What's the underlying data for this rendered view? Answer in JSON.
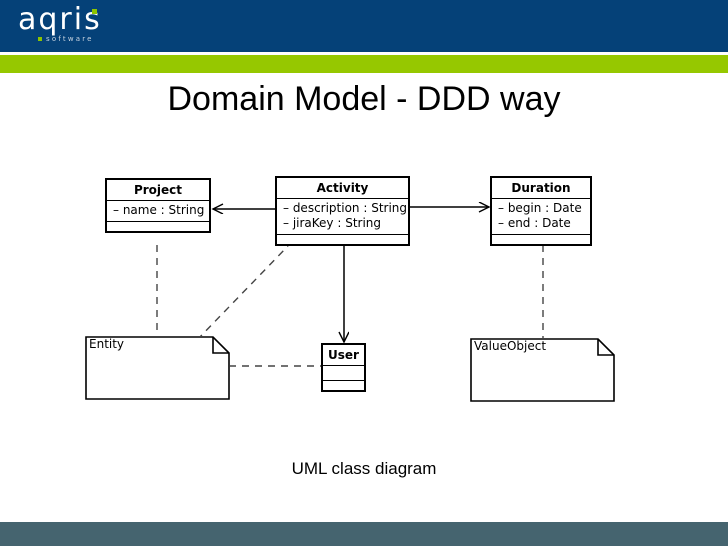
{
  "slide": {
    "title": "Domain Model - DDD way",
    "caption": "UML class diagram",
    "colors": {
      "header_blue": "#054178",
      "accent_green": "#96c800",
      "footer_slate": "#45646f",
      "logo_dot_green": "#8dc400"
    }
  },
  "logo": {
    "wordmark": "aqris",
    "tagline": "software"
  },
  "diagram": {
    "type": "uml-class-diagram",
    "classes": [
      {
        "id": "project",
        "name": "Project",
        "attributes": [
          "– name : String"
        ],
        "operations": []
      },
      {
        "id": "activity",
        "name": "Activity",
        "attributes": [
          "– description : String",
          "– jiraKey : String"
        ],
        "operations": []
      },
      {
        "id": "duration",
        "name": "Duration",
        "attributes": [
          "– begin : Date",
          "– end : Date"
        ],
        "operations": []
      },
      {
        "id": "user",
        "name": "User",
        "attributes": [],
        "operations": []
      }
    ],
    "notes": [
      {
        "id": "entity",
        "label": "Entity"
      },
      {
        "id": "valueobject",
        "label": "ValueObject"
      }
    ],
    "associations": [
      {
        "from": "activity",
        "to": "project",
        "style": "solid",
        "arrow": "open"
      },
      {
        "from": "activity",
        "to": "duration",
        "style": "solid",
        "arrow": "open"
      },
      {
        "from": "activity",
        "to": "user",
        "style": "solid",
        "arrow": "open"
      }
    ],
    "note_links": [
      {
        "note": "entity",
        "target": "project",
        "style": "dashed"
      },
      {
        "note": "entity",
        "target": "activity",
        "style": "dashed"
      },
      {
        "note": "entity",
        "target": "user",
        "style": "dashed"
      },
      {
        "note": "valueobject",
        "target": "duration",
        "style": "dashed"
      }
    ]
  }
}
